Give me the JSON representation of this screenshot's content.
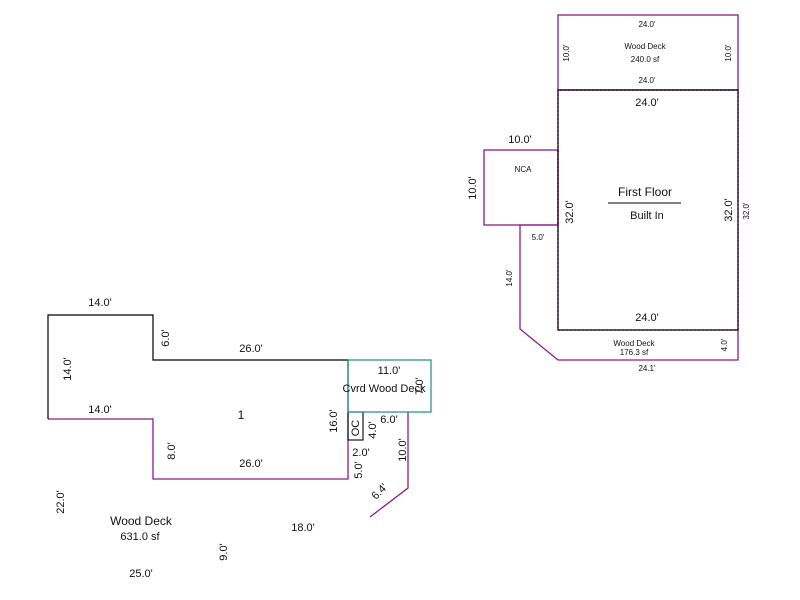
{
  "colors": {
    "living_outline": "#000000",
    "deck_outline": "#8b1a8b",
    "covered_deck_outline": "#1a8b8b",
    "text": "#111111"
  },
  "left_plan": {
    "living_area": {
      "label": "1",
      "dims": {
        "top_left": "14.0'",
        "left": "14.0'",
        "notch": "6.0'",
        "top_main": "26.0'",
        "inner_left": "14.0'",
        "bottom_drop": "8.0'",
        "bottom_main": "26.0'",
        "right": "16.0'"
      }
    },
    "covered_deck": {
      "label": "Cvrd Wood Deck",
      "dims": {
        "top": "11.0'",
        "side": "7.0'"
      }
    },
    "oc": {
      "label": "OC",
      "dims": {
        "height": "4.0'",
        "width": "2.0'"
      }
    },
    "wood_deck": {
      "title": "Wood Deck",
      "area": "631.0 sf",
      "dims": {
        "d1": "6.0'",
        "d2": "10.0'",
        "d3": "5.0'",
        "d4": "6.4'",
        "d5": "22.0'",
        "d6": "18.0'",
        "d7": "9.0'",
        "d8": "25.0'"
      }
    }
  },
  "right_plan": {
    "top_deck": {
      "title": "Wood Deck",
      "area": "240.0 sf",
      "dims": {
        "top": "24.0'",
        "bottom": "24.0'",
        "left": "10.0'",
        "right": "10.0'"
      }
    },
    "first_floor": {
      "title": "First Floor",
      "subtitle": "Built In",
      "dims": {
        "top": "24.0'",
        "bottom": "24.0'",
        "left": "32.0'",
        "right": "32.0'",
        "right_outer": "32.0'"
      }
    },
    "nca": {
      "label": "NCA",
      "dims": {
        "top": "10.0'",
        "left": "10.0'"
      }
    },
    "bottom_deck": {
      "title": "Wood Deck",
      "area": "176.3 sf",
      "dims": {
        "notch": "5.0'",
        "left": "14.0'",
        "right": "4.0'",
        "bottom": "24.1'"
      }
    }
  }
}
